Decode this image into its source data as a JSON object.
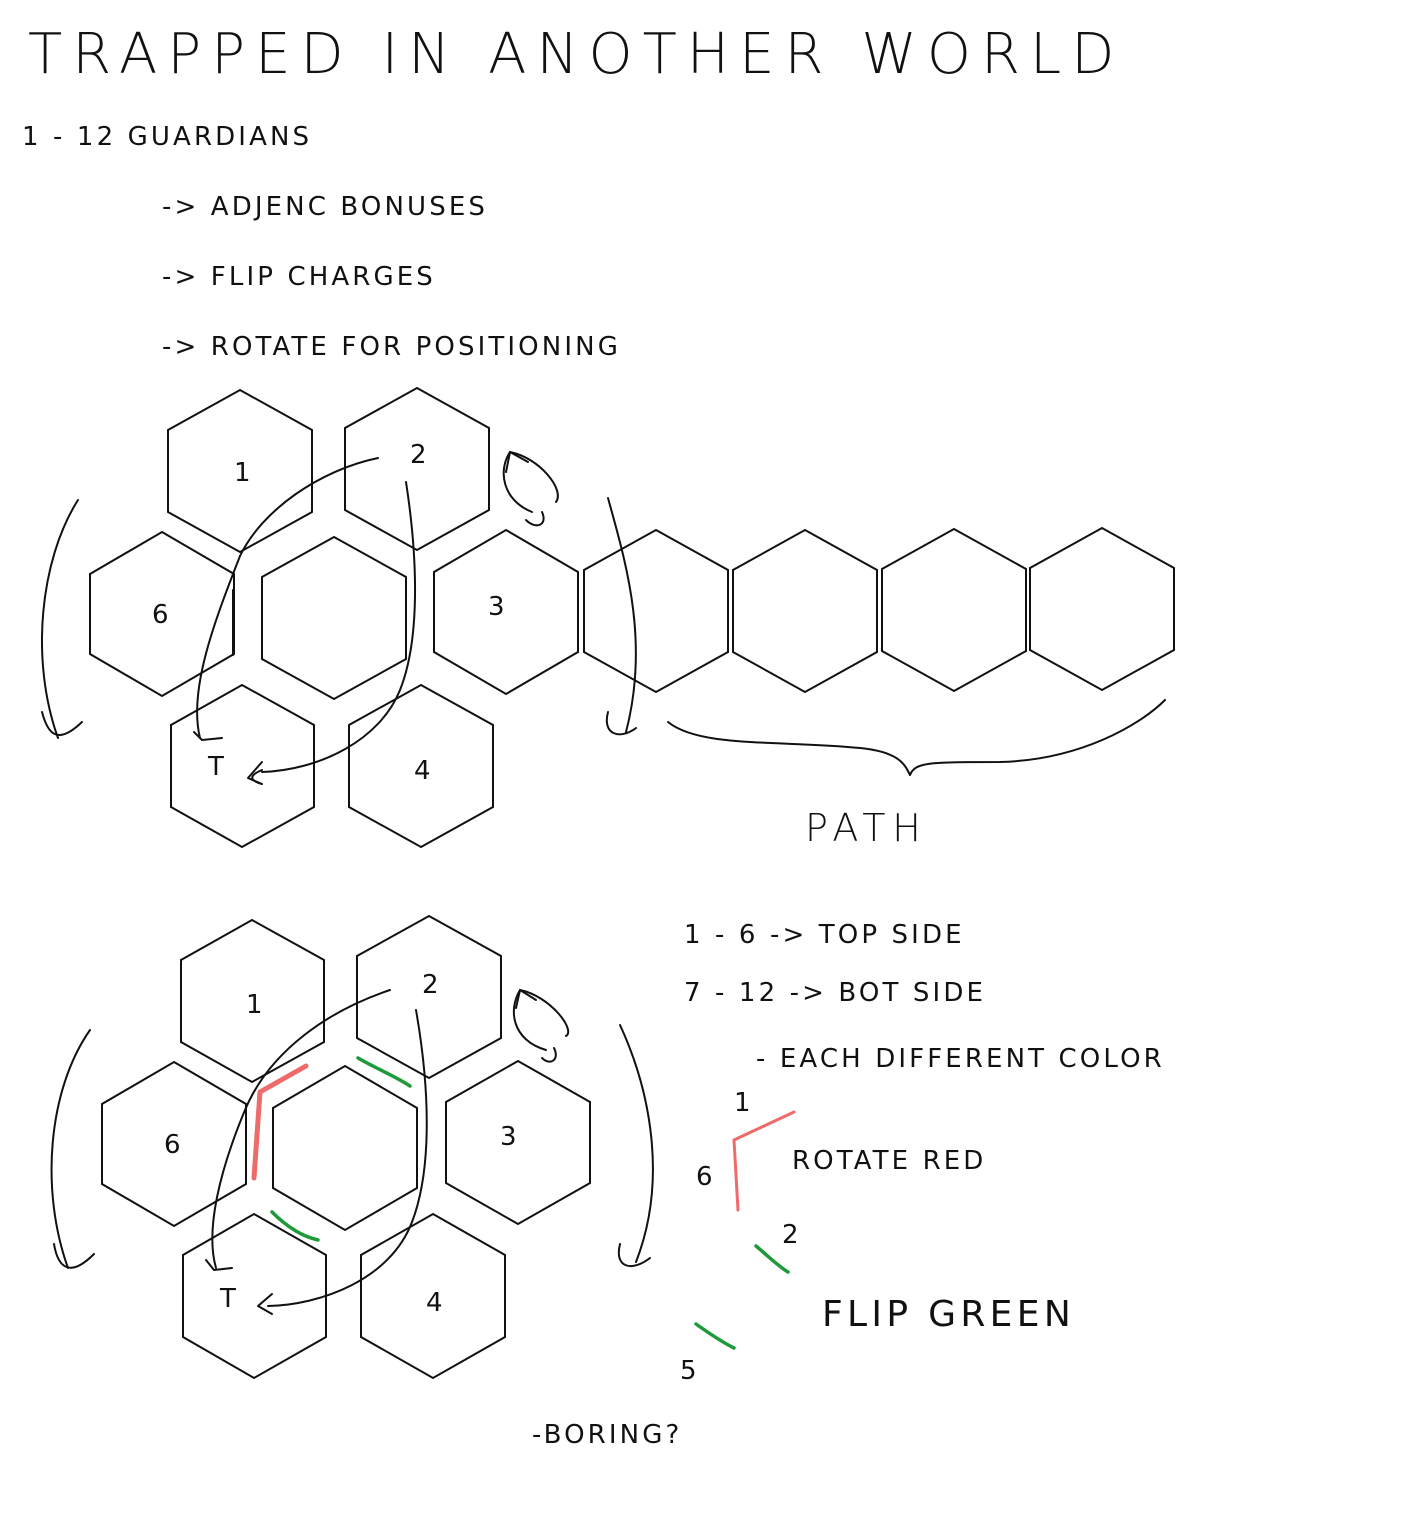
{
  "title": "TRAPPED IN ANOTHER WORLD",
  "subtitle": "1 - 12 GUARDIANS",
  "bullets": [
    "-> ADJENC BONUSES",
    "-> FLIP CHARGES",
    "-> ROTATE FOR POSITIONING"
  ],
  "top_diagram": {
    "hex_labels": [
      "1",
      "2",
      "6",
      "3",
      "T",
      "4"
    ],
    "path_label": "PATH"
  },
  "bottom_diagram": {
    "hex_labels": [
      "1",
      "2",
      "6",
      "3",
      "T",
      "4"
    ]
  },
  "notes": {
    "line1": "1 - 6 -> TOP SIDE",
    "line2": "7 - 12 -> BOT SIDE",
    "line3": "- EACH DIFFERENT COLOR",
    "red_label_top": "1",
    "red_label_side": "6",
    "rotate_red": "ROTATE RED",
    "green_label_top": "2",
    "flip_green": "FLIP GREEN",
    "green_label_bottom": "5",
    "boring": "-BORING?"
  },
  "colors": {
    "ink": "#111111",
    "red": "#ee6b6b",
    "green": "#1f9a3a"
  }
}
